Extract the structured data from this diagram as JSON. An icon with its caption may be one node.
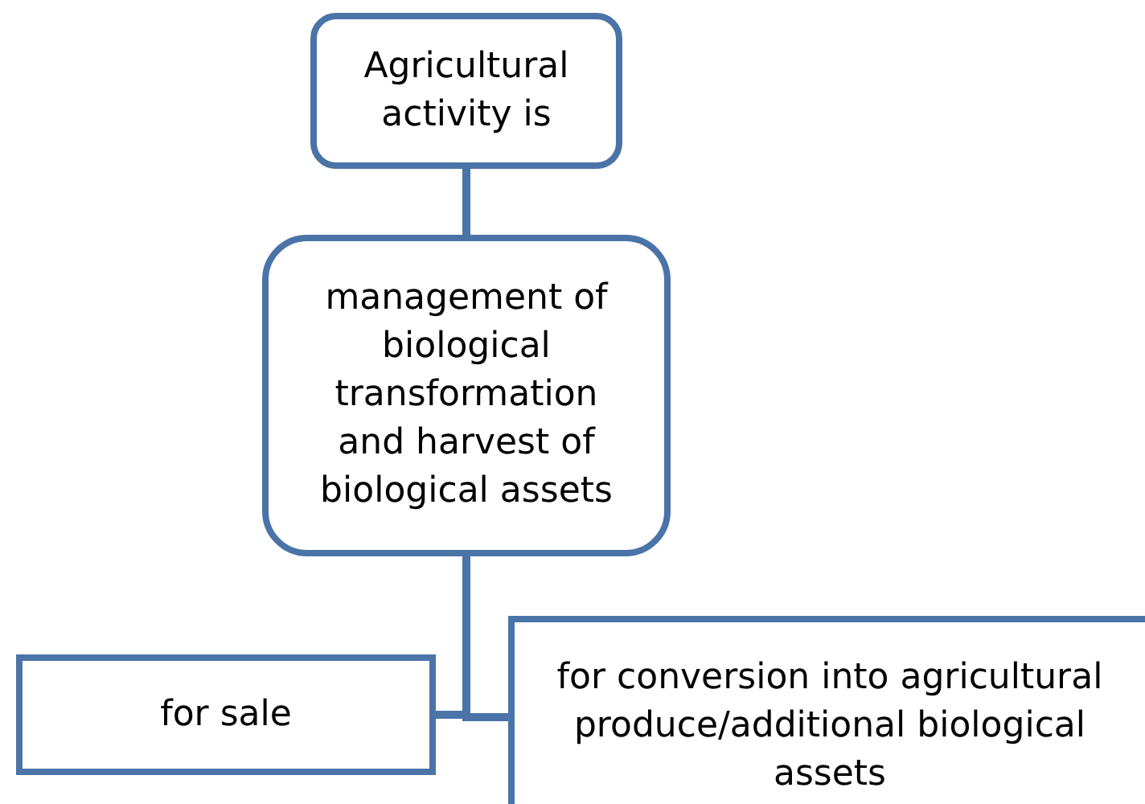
{
  "diagram": {
    "nodes": [
      {
        "text": [
          "Agricultural activity is"
        ]
      },
      {
        "text": [
          "management of biological transformation and harvest of biological assets"
        ]
      },
      {
        "text": [
          "for sale"
        ]
      },
      {
        "text": [
          "for conversion into  agricultural produce/additional biological assets"
        ]
      }
    ],
    "edges": [
      {
        "from": 0,
        "to": 1,
        "arrow": "none"
      },
      {
        "from": 1,
        "to": 2,
        "arrow": "none"
      },
      {
        "from": 1,
        "to": 3,
        "arrow": "none"
      }
    ]
  }
}
